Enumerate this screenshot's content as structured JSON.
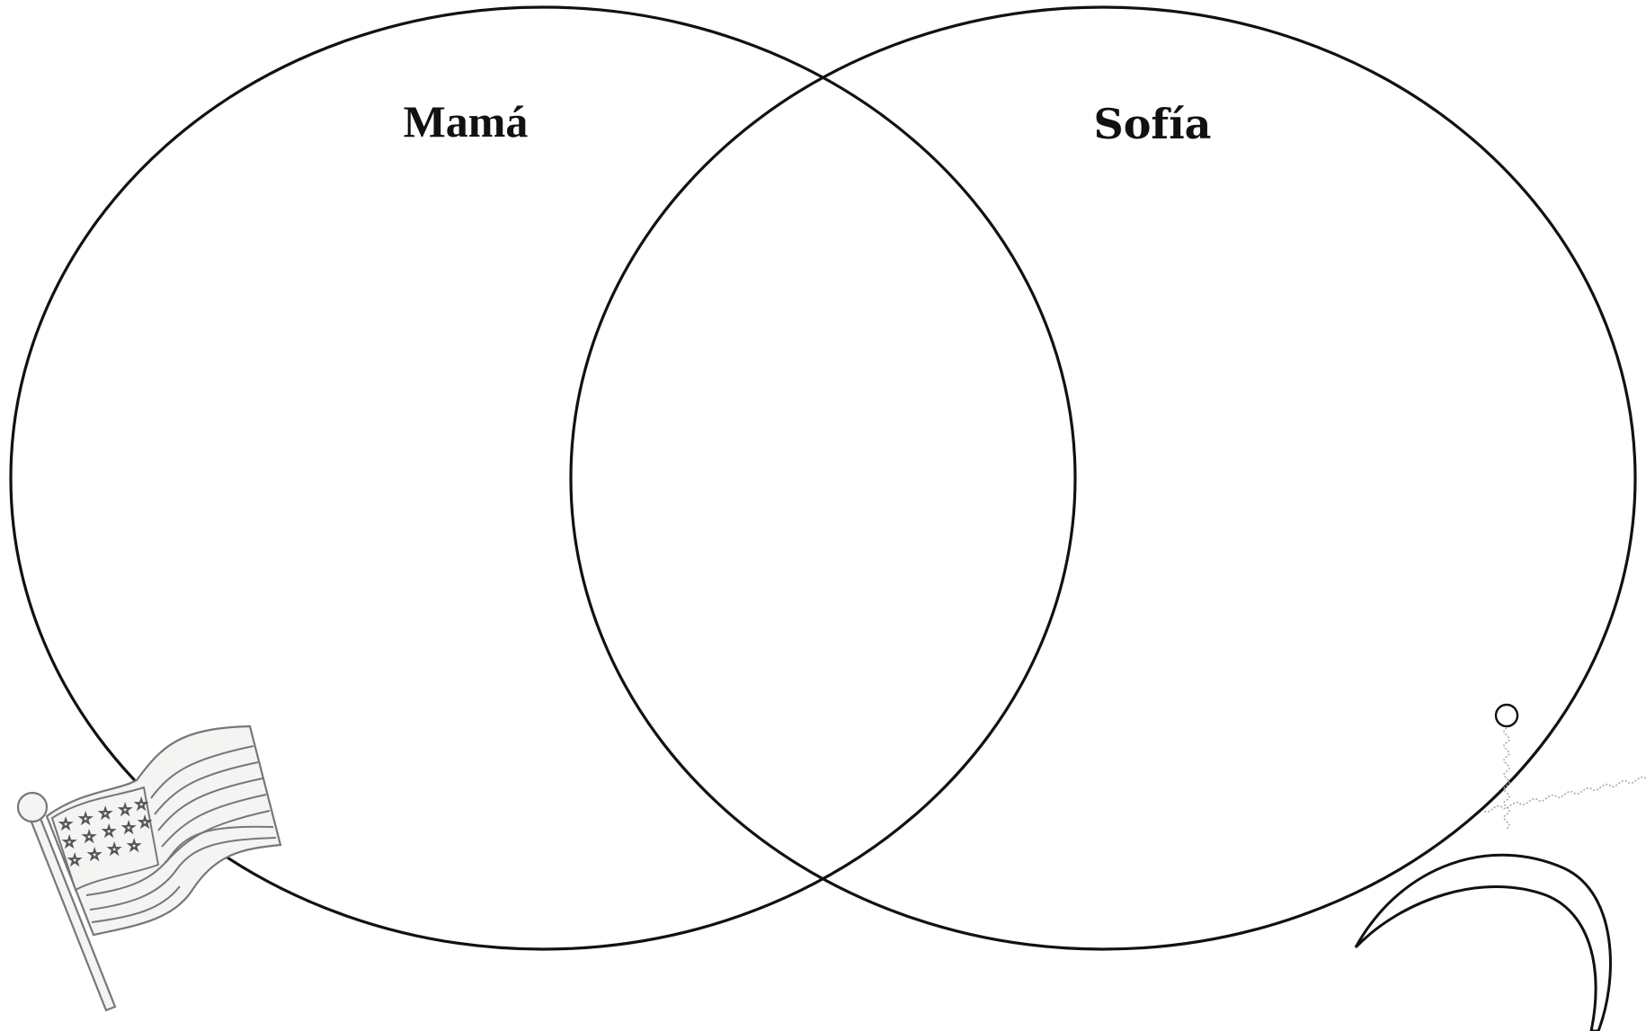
{
  "diagram": {
    "type": "venn",
    "left_set": {
      "label": "Mamá"
    },
    "right_set": {
      "label": "Sofía"
    }
  },
  "colors": {
    "outline": "#111111",
    "background": "#ffffff",
    "clipart_outline": "#777777"
  },
  "decorations": [
    {
      "icon": "american-flag-icon"
    },
    {
      "icon": "crescent-moon-icon"
    },
    {
      "icon": "spring-antenna-icon"
    }
  ]
}
